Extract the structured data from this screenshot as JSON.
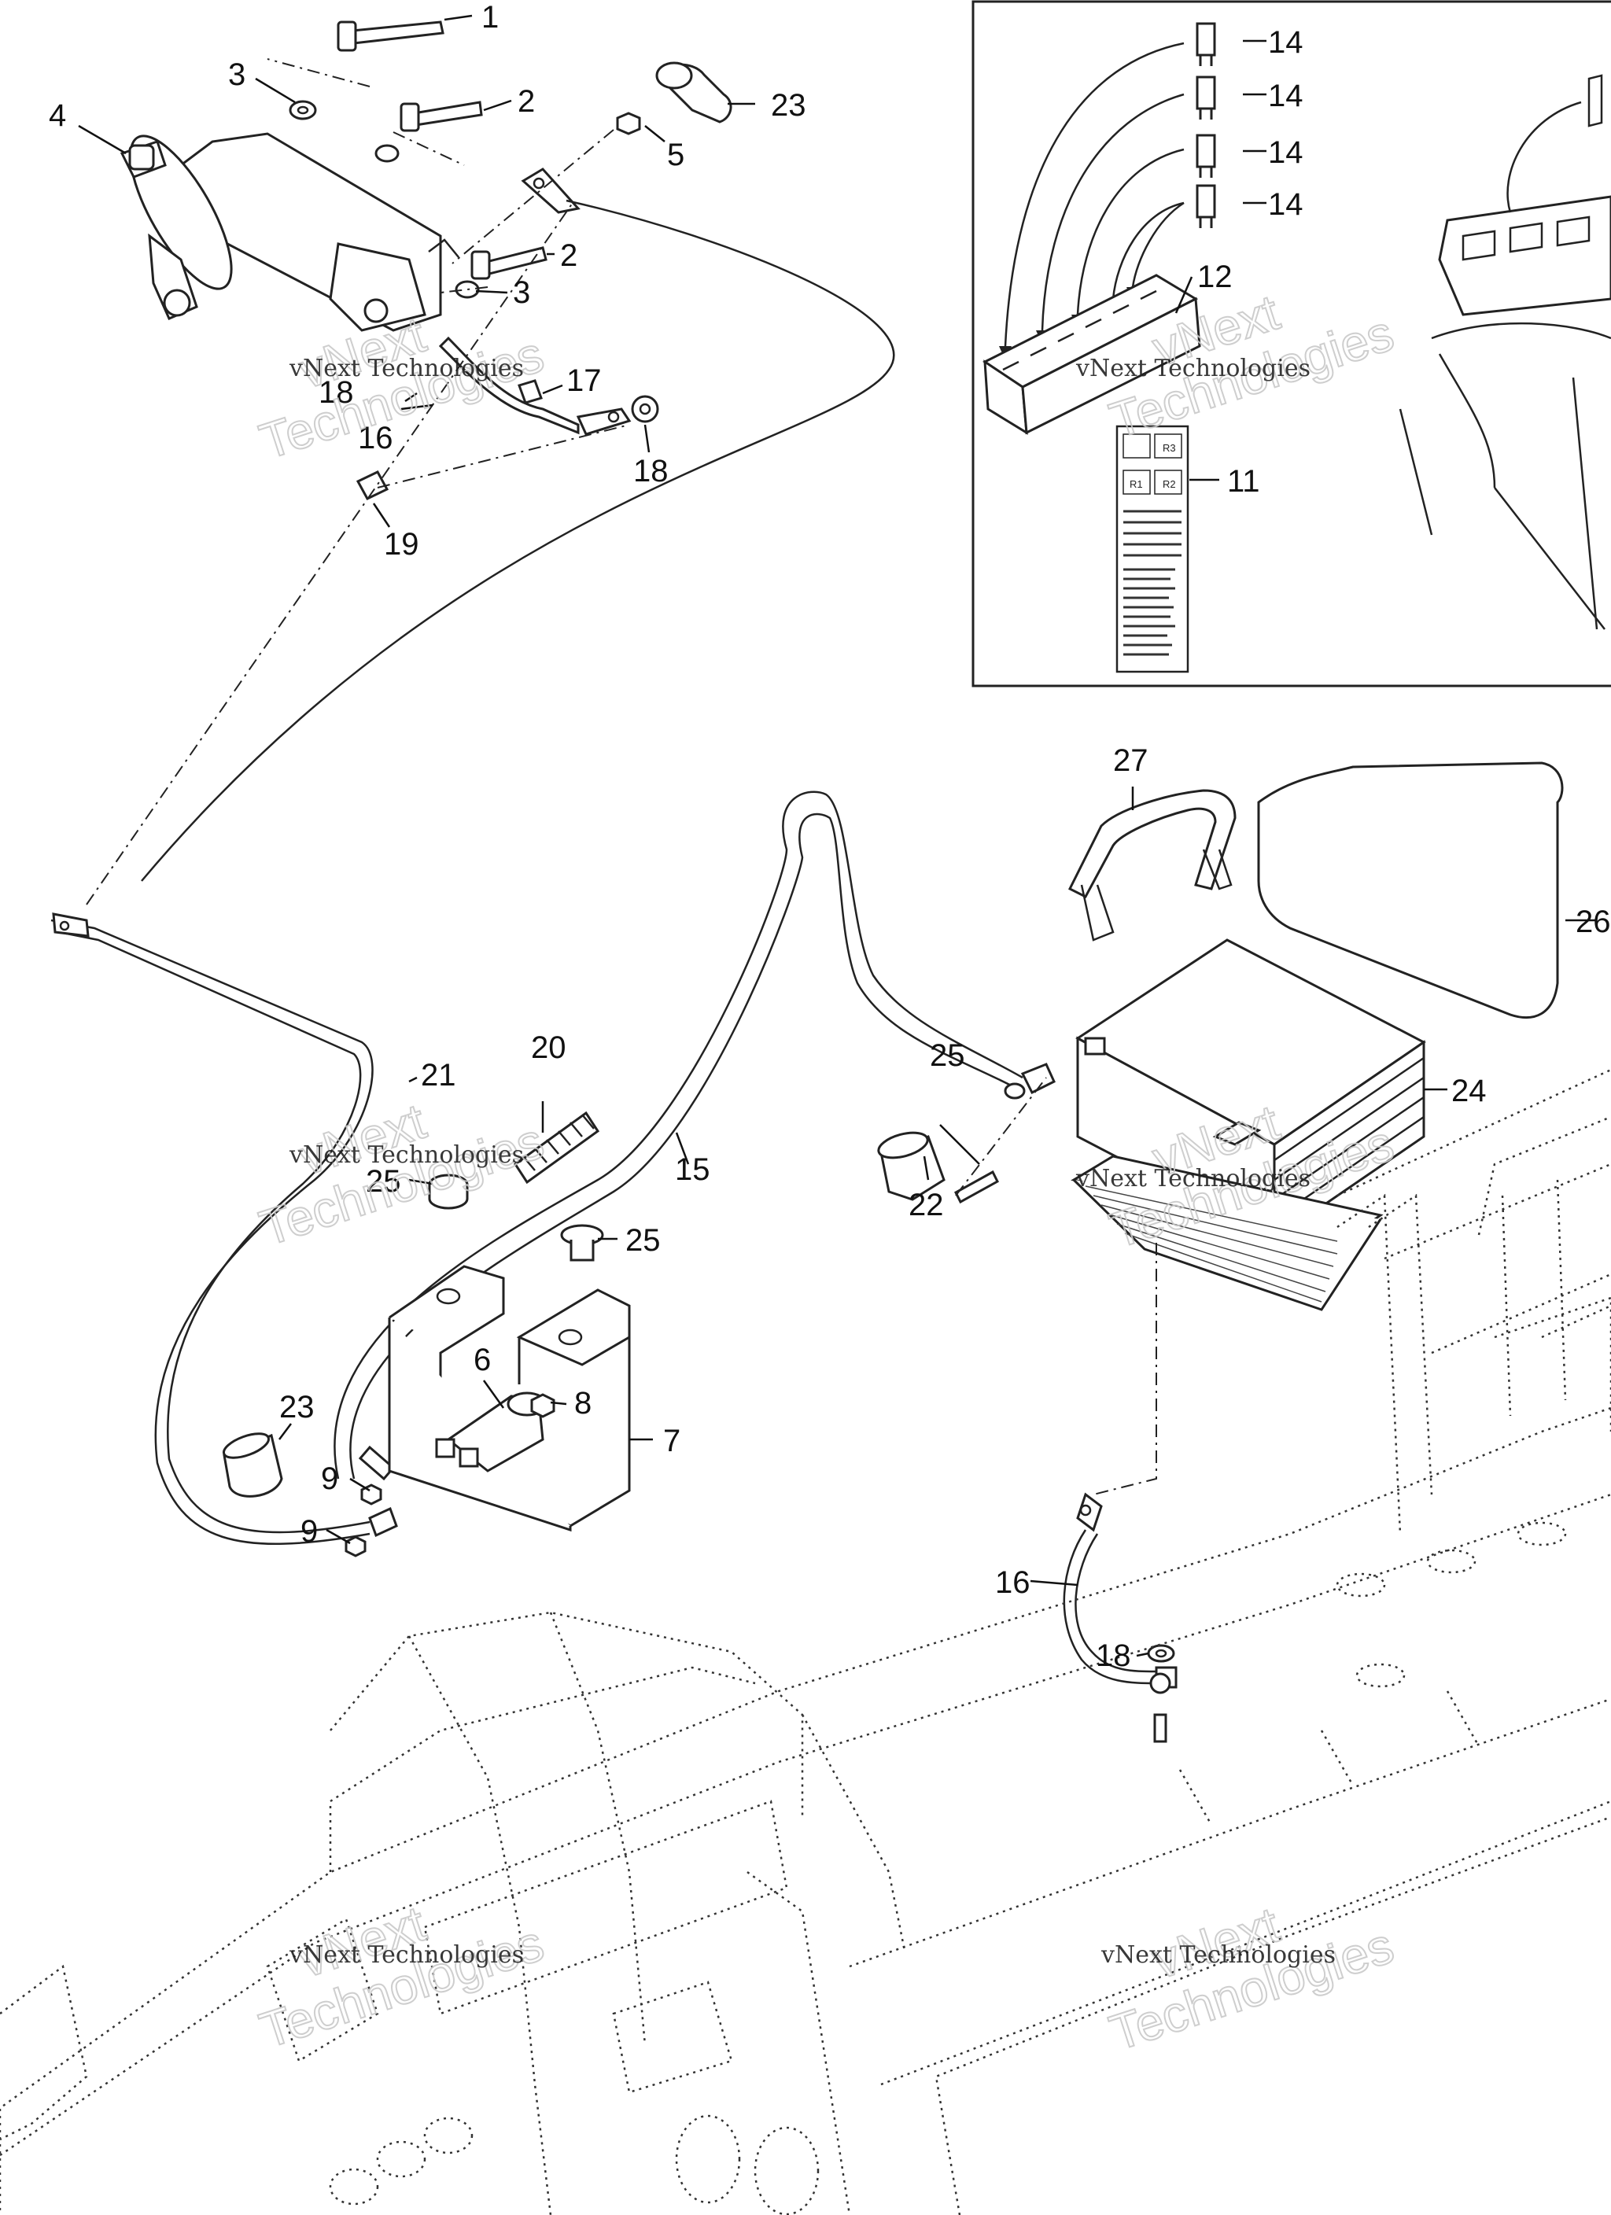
{
  "callouts": {
    "c1": "1",
    "c2a": "2",
    "c2b": "2",
    "c3a": "3",
    "c3b": "3",
    "c4": "4",
    "c5": "5",
    "c6": "6",
    "c7": "7",
    "c8": "8",
    "c9a": "9",
    "c9b": "9",
    "c11": "11",
    "c12": "12",
    "c14a": "14",
    "c14b": "14",
    "c14c": "14",
    "c14d": "14",
    "c15": "15",
    "c16a": "16",
    "c16b": "16",
    "c17": "17",
    "c18a": "18",
    "c18b": "18",
    "c18c": "18",
    "c19": "19",
    "c20": "20",
    "c21": "21",
    "c22": "22",
    "c23a": "23",
    "c23b": "23",
    "c24": "24",
    "c25a": "25",
    "c25b": "25",
    "c25c": "25",
    "c26": "26",
    "c27": "27"
  },
  "watermark": {
    "line1": "vNext",
    "line2": "Technologies",
    "inline": "vNext Technologies"
  },
  "relay_label": {
    "r1": "R1",
    "r2": "R2",
    "r3": "R3"
  },
  "colors": {
    "line": "#222222",
    "watermark": "#c9c9c9",
    "background": "#ffffff"
  }
}
